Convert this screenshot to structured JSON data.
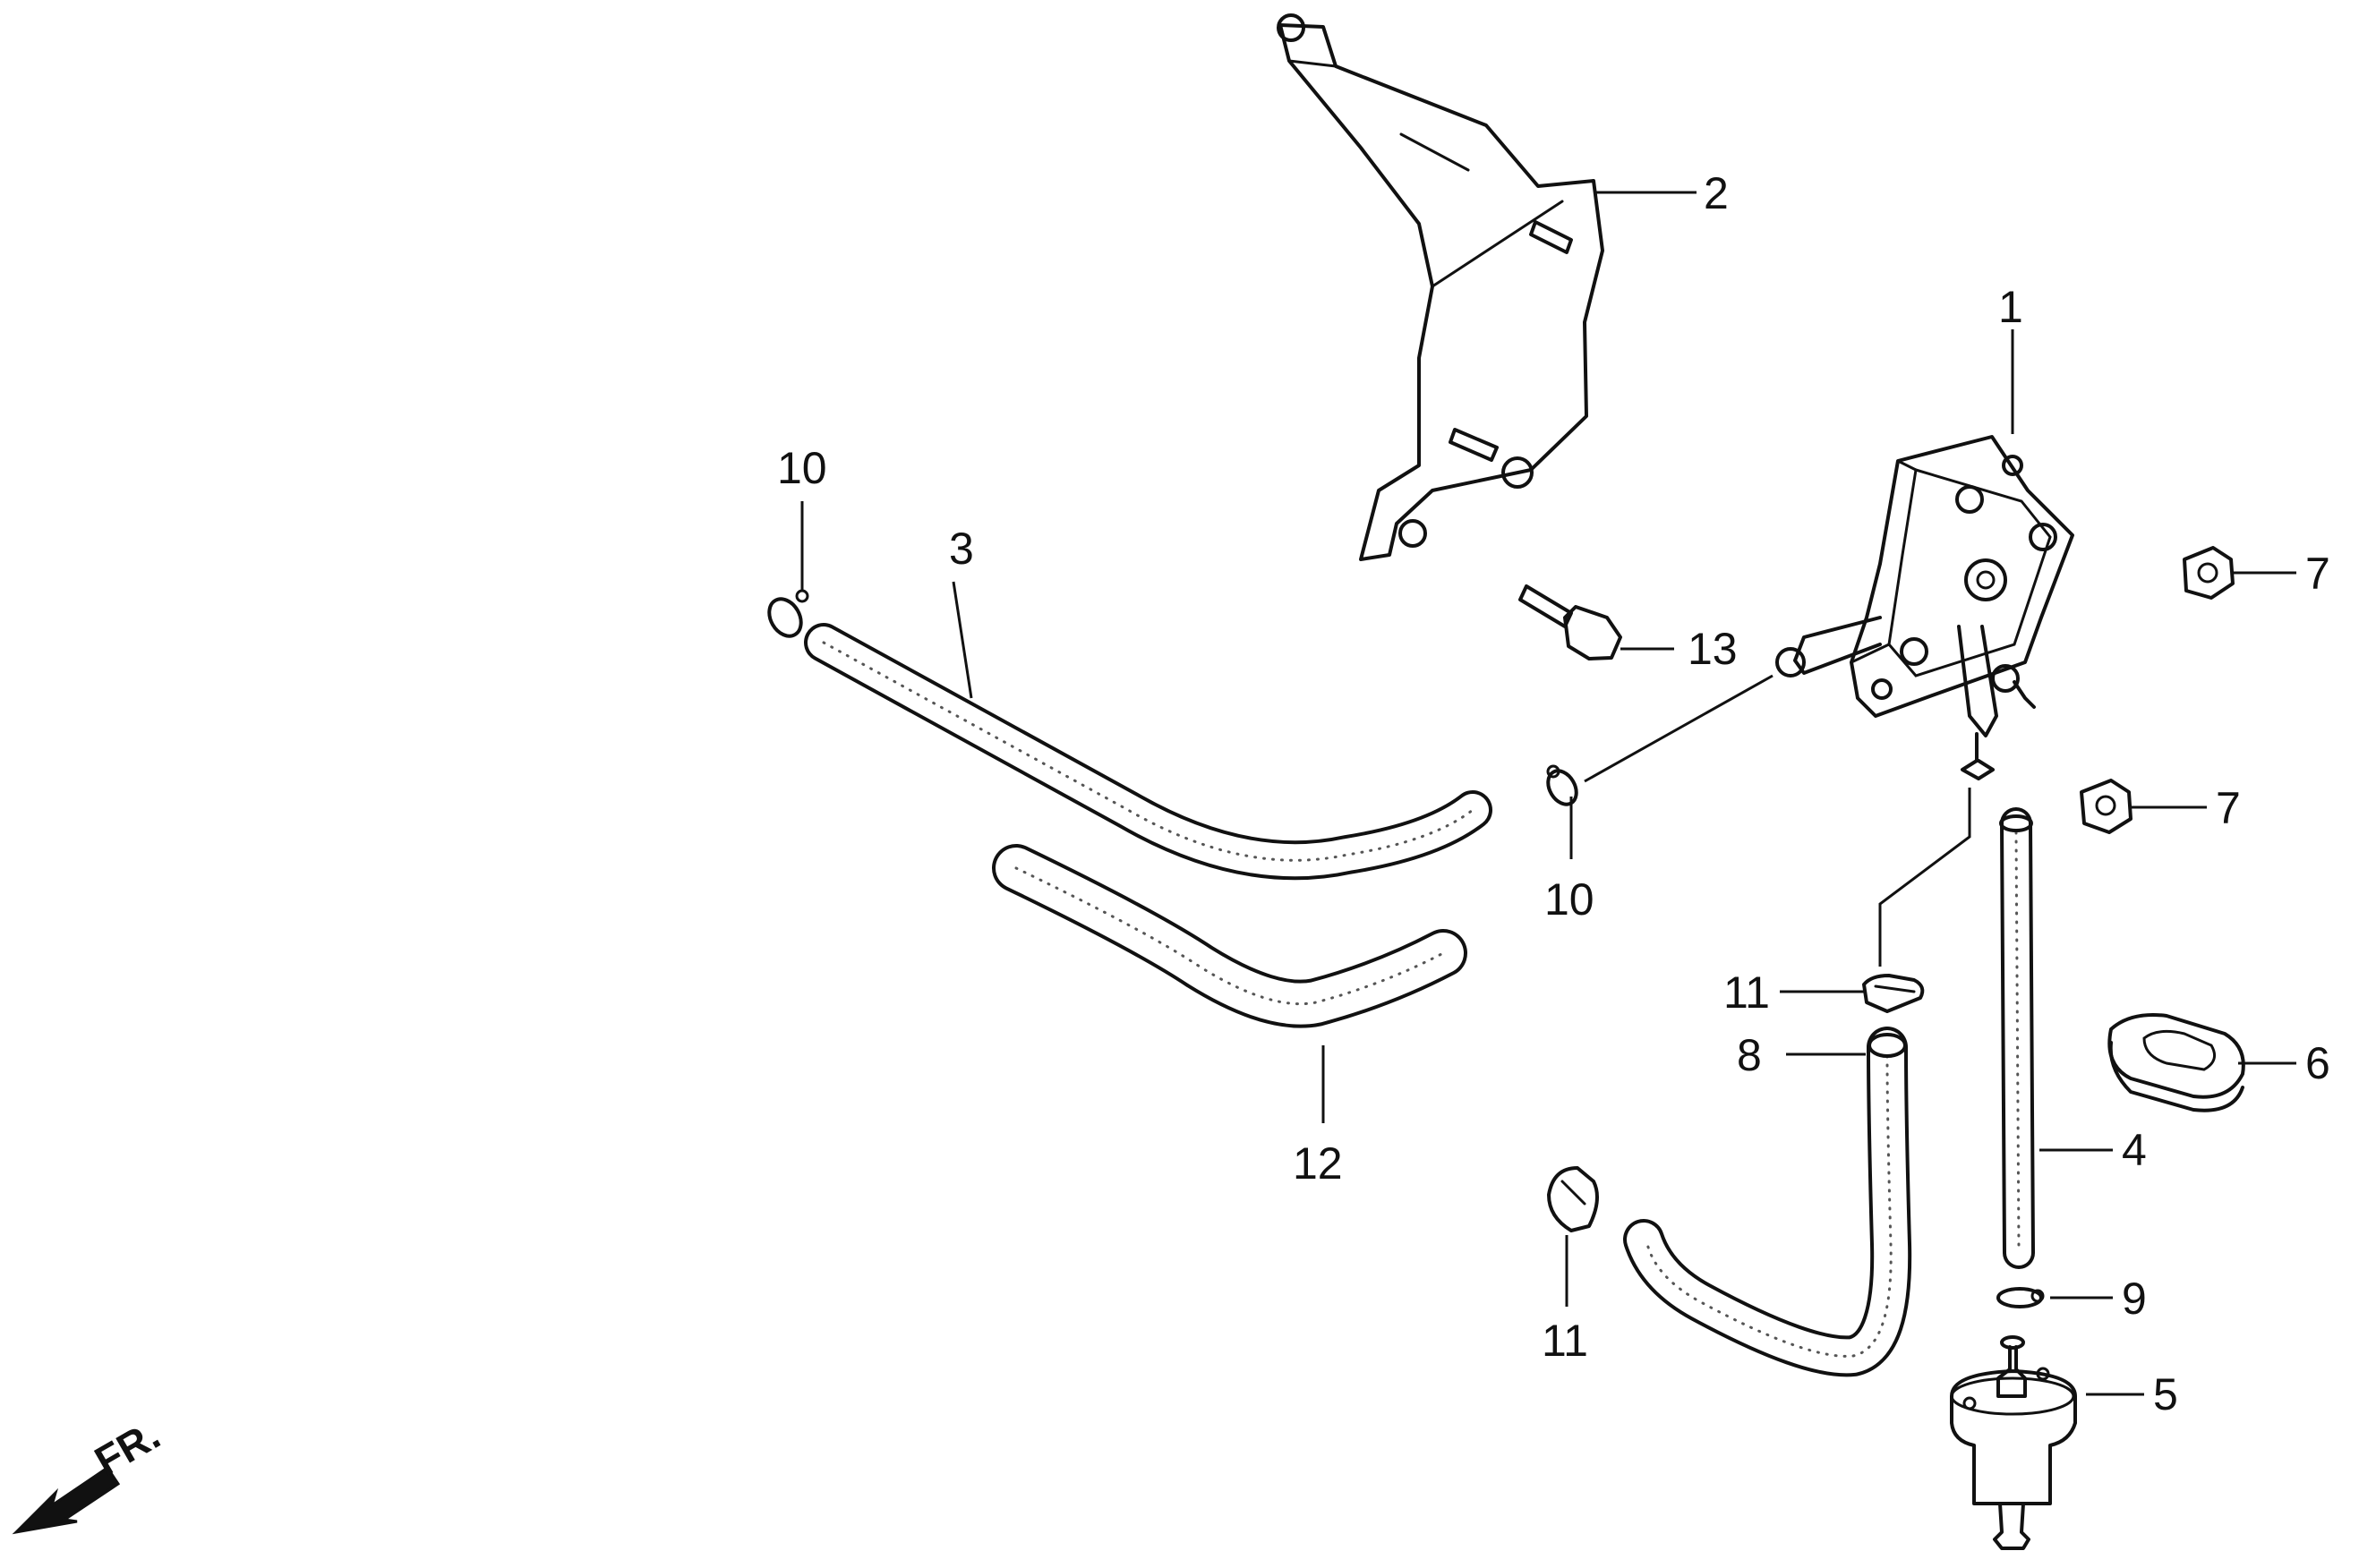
{
  "diagram": {
    "direction_label": "FR.",
    "callouts": [
      {
        "id": "c1",
        "text": "1"
      },
      {
        "id": "c2",
        "text": "2"
      },
      {
        "id": "c3",
        "text": "3"
      },
      {
        "id": "c4",
        "text": "4"
      },
      {
        "id": "c5",
        "text": "5"
      },
      {
        "id": "c6",
        "text": "6"
      },
      {
        "id": "c7a",
        "text": "7"
      },
      {
        "id": "c7b",
        "text": "7"
      },
      {
        "id": "c8",
        "text": "8"
      },
      {
        "id": "c9",
        "text": "9"
      },
      {
        "id": "c10a",
        "text": "10"
      },
      {
        "id": "c10b",
        "text": "10"
      },
      {
        "id": "c11a",
        "text": "11"
      },
      {
        "id": "c11b",
        "text": "11"
      },
      {
        "id": "c12",
        "text": "12"
      },
      {
        "id": "c13",
        "text": "13"
      }
    ]
  }
}
